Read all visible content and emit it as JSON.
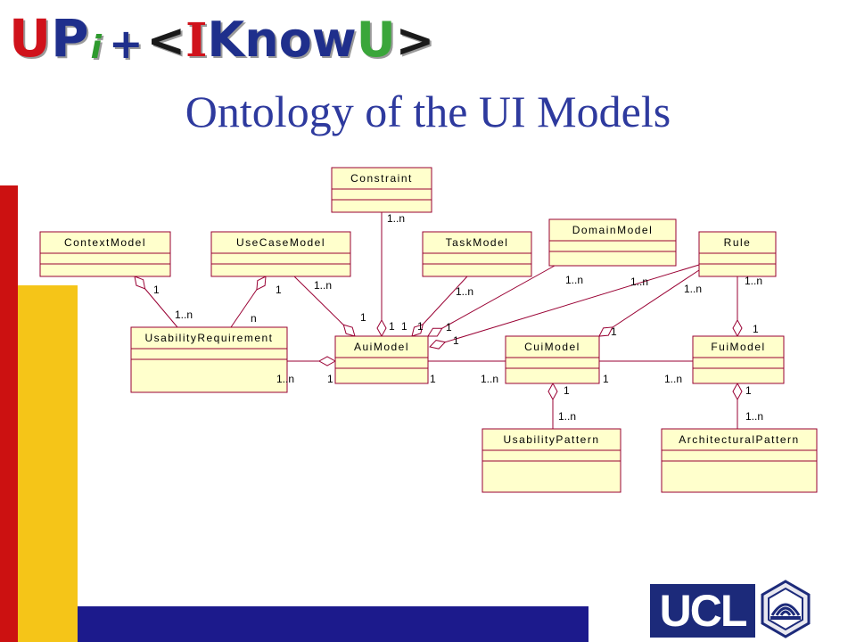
{
  "logo": {
    "u": "U",
    "p": "P",
    "i": "i",
    "plus": "+",
    "lt": "<",
    "cap_i": "I",
    "know": "Know",
    "u2": "U",
    "gt": ">"
  },
  "title": "Ontology of the UI Models",
  "diagram": {
    "classes": [
      {
        "id": "constraint",
        "name": "Constraint"
      },
      {
        "id": "context",
        "name": "ContextModel"
      },
      {
        "id": "usecase",
        "name": "UseCaseModel"
      },
      {
        "id": "task",
        "name": "TaskModel"
      },
      {
        "id": "domain",
        "name": "DomainModel"
      },
      {
        "id": "rule",
        "name": "Rule"
      },
      {
        "id": "usability",
        "name": "UsabilityRequirement"
      },
      {
        "id": "aui",
        "name": "AuiModel"
      },
      {
        "id": "cui",
        "name": "CuiModel"
      },
      {
        "id": "fui",
        "name": "FuiModel"
      },
      {
        "id": "upattern",
        "name": "UsabilityPattern"
      },
      {
        "id": "apattern",
        "name": "ArchitecturalPattern"
      }
    ],
    "multiplicities": [
      {
        "id": "m_constraint",
        "text": "1..n"
      },
      {
        "id": "m_ctx_1",
        "text": "1"
      },
      {
        "id": "m_ctx_1n",
        "text": "1..n"
      },
      {
        "id": "m_uc_1",
        "text": "1"
      },
      {
        "id": "m_uc_n",
        "text": "n"
      },
      {
        "id": "m_uc_1n",
        "text": "1..n"
      },
      {
        "id": "m_aui_uc_1",
        "text": "1"
      },
      {
        "id": "m_aui_c_1",
        "text": "1"
      },
      {
        "id": "m_aui_t_1",
        "text": "1"
      },
      {
        "id": "m_aui_t_1b",
        "text": "1"
      },
      {
        "id": "m_aui_d_1",
        "text": "1"
      },
      {
        "id": "m_aui_r_1",
        "text": "1"
      },
      {
        "id": "m_task_1n",
        "text": "1..n"
      },
      {
        "id": "m_domain_1n",
        "text": "1..n"
      },
      {
        "id": "m_rule_aui_1n",
        "text": "1..n"
      },
      {
        "id": "m_rule_cui_1n",
        "text": "1..n"
      },
      {
        "id": "m_rule_fui_1n",
        "text": "1..n"
      },
      {
        "id": "m_cui_rule_1",
        "text": "1"
      },
      {
        "id": "m_fui_rule_1",
        "text": "1"
      },
      {
        "id": "m_usab_1n",
        "text": "1..n"
      },
      {
        "id": "m_aui_usab_1",
        "text": "1"
      },
      {
        "id": "m_aui_cui_1",
        "text": "1"
      },
      {
        "id": "m_cui_aui_1n",
        "text": "1..n"
      },
      {
        "id": "m_cui_fui_1",
        "text": "1"
      },
      {
        "id": "m_fui_cui_1n",
        "text": "1..n"
      },
      {
        "id": "m_cui_up_1",
        "text": "1"
      },
      {
        "id": "m_up_1n",
        "text": "1..n"
      },
      {
        "id": "m_fui_ap_1",
        "text": "1"
      },
      {
        "id": "m_ap_1n",
        "text": "1..n"
      }
    ]
  },
  "footer": {
    "ucl": "UCL"
  },
  "colors": {
    "title": "#2e3a9e",
    "red": "#cc1111",
    "yellow": "#f5c518",
    "blue": "#1c1a8c",
    "class_fill": "#ffffcc",
    "class_border": "#990033"
  }
}
